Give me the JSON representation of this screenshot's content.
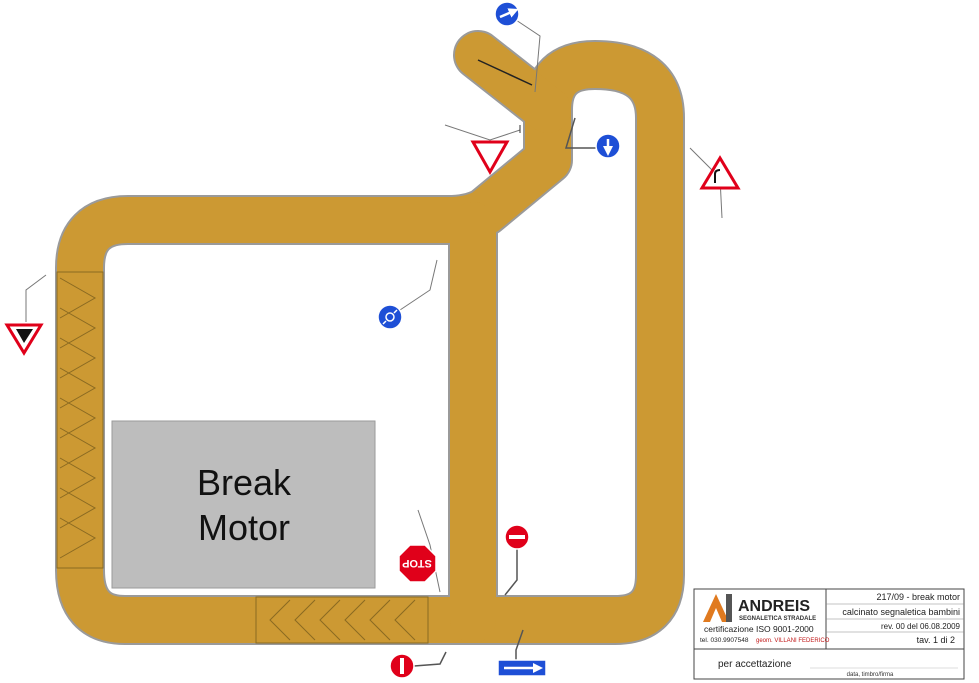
{
  "building": {
    "line1": "Break",
    "line2": "Motor"
  },
  "signs": {
    "stop_label": "STOP"
  },
  "title_block": {
    "brand": "ANDREIS",
    "brand_sub": "SEGNALETICA STRADALE",
    "certification": "certificazione ISO 9001-2000",
    "contact": "tel. 030.9907548",
    "author": "geom. VILLANI FEDERICO",
    "project": "217/09 - break motor",
    "description": "calcinato segnaletica bambini",
    "revision": "rev. 00 del 06.08.2009",
    "sheet": "tav. 1 di 2",
    "approval": "per accettazione",
    "date_stamp": "data, timbro/firma"
  },
  "colors": {
    "track": "#cc9933",
    "track_edge": "#a8a8a8",
    "building_fill": "#bdbdbd",
    "sign_blue": "#1e4fd6",
    "sign_red": "#e0001a",
    "logo_orange": "#e07a1f"
  },
  "icons": [
    "arrow-right-sign-icon",
    "arrow-down-sign-icon",
    "roundabout-sign-icon",
    "yield-sign-icon",
    "curve-right-warning-icon",
    "yield-ahead-sign-icon",
    "stop-sign-icon",
    "no-entry-sign-icon",
    "direction-arrow-sign-icon",
    "andreis-logo-icon"
  ]
}
